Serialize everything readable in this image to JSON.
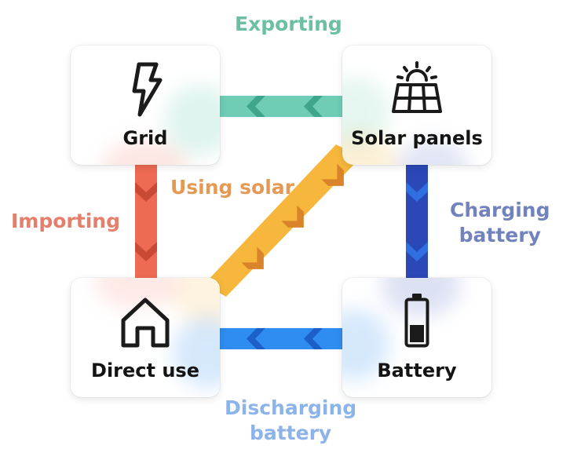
{
  "nodes": {
    "grid": {
      "label": "Grid",
      "icon": "lightning-bolt-icon"
    },
    "solar": {
      "label": "Solar panels",
      "icon": "solar-panel-icon"
    },
    "direct": {
      "label": "Direct use",
      "icon": "house-icon"
    },
    "battery": {
      "label": "Battery",
      "icon": "battery-icon"
    }
  },
  "flows": {
    "exporting": {
      "line1": "Exporting",
      "color": "#6ECDB4",
      "dark": "#3FA58C",
      "label_color": "#6BC0A1"
    },
    "importing": {
      "line1": "Importing",
      "color": "#EE6A52",
      "dark": "#C84A35",
      "label_color": "#E57E6B"
    },
    "using_solar": {
      "line1": "Using solar",
      "color": "#F6B73C",
      "dark": "#D9832A",
      "label_color": "#E49A55"
    },
    "charging": {
      "line1": "Charging",
      "line2": "battery",
      "color": "#2A48B6",
      "dark": "#2F6FE2",
      "label_color": "#7282BC"
    },
    "discharging": {
      "line1": "Discharging",
      "line2": "battery",
      "color": "#2F8CF0",
      "dark": "#1D5FC8",
      "label_color": "#8CB4EA"
    }
  }
}
